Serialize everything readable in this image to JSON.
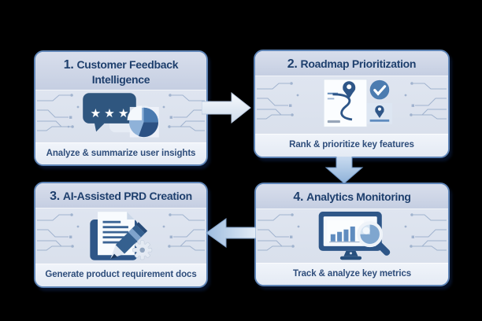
{
  "palette": {
    "background": "#000000",
    "card_border": "#5e84b6",
    "card_header_fill": "#cdd5e6",
    "card_body_fill": "#dde3ee",
    "card_caption_fill": "#eef2f8",
    "title_text": "#1e3f6d",
    "caption_text": "#2e4d7b",
    "icon_dark_blue": "#2e5688",
    "icon_mid_blue": "#5f8cbf",
    "icon_light_blue": "#a9c4e0",
    "arrow_pale": "#eef3fa",
    "arrow_blue": "#8fb2d9"
  },
  "steps": [
    {
      "number": "1.",
      "title": "Customer Feedback Intelligence",
      "caption": "Analyze & summarize user insights",
      "icon": "rating-chat-pie-icon"
    },
    {
      "number": "2.",
      "title": "Roadmap Prioritization",
      "caption": "Rank & prioritize key features",
      "icon": "roadmap-pins-check-icon"
    },
    {
      "number": "3.",
      "title": "AI-Assisted PRD Creation",
      "caption": "Generate product requirement docs",
      "icon": "document-pen-gear-icon"
    },
    {
      "number": "4.",
      "title": "Analytics Monitoring",
      "caption": "Track & analyze key metrics",
      "icon": "monitor-chart-magnifier-icon"
    }
  ],
  "connectors": [
    {
      "from": "step-1",
      "to": "step-2",
      "direction": "right"
    },
    {
      "from": "step-2",
      "to": "step-4",
      "direction": "down"
    },
    {
      "from": "step-4",
      "to": "step-3",
      "direction": "left"
    }
  ]
}
